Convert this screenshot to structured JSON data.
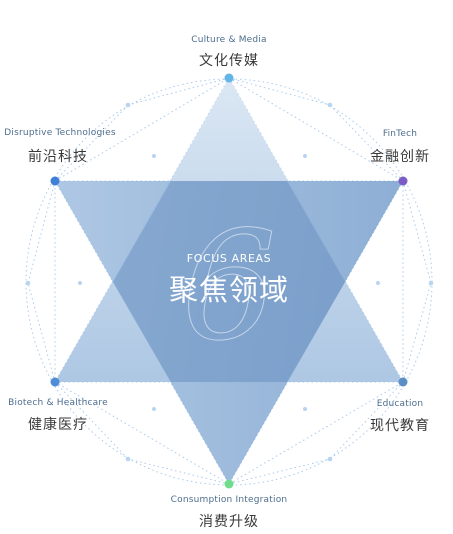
{
  "center": {
    "number": "6",
    "title_en": "FOCUS AREAS",
    "title_cn": "聚焦领域"
  },
  "areas": [
    {
      "en": "Culture & Media",
      "cn": "文化传媒",
      "dot_color": "#62b5e6"
    },
    {
      "en": "FinTech",
      "cn": "金融创新",
      "dot_color": "#7b5cc6"
    },
    {
      "en": "Education",
      "cn": "现代教育",
      "dot_color": "#5b8ec4"
    },
    {
      "en": "Consumption Integration",
      "cn": "消费升级",
      "dot_color": "#6fdc8c"
    },
    {
      "en": "Biotech & Healthcare",
      "cn": "健康医疗",
      "dot_color": "#4f8ed6"
    },
    {
      "en": "Disruptive Technologies",
      "cn": "前沿科技",
      "dot_color": "#3f7fd9"
    }
  ],
  "colors": {
    "up_triangle": "#b3cbe6",
    "down_triangle": "#8eafd6",
    "overlap": "#6f96c3",
    "dotted_line": "#9ec4ea"
  }
}
